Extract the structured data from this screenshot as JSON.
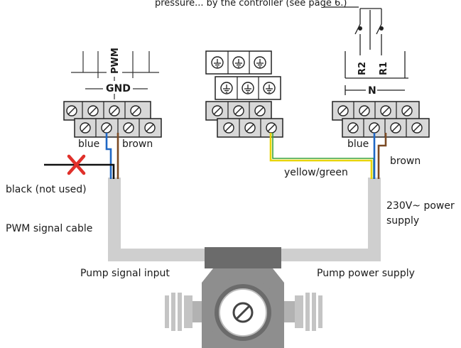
{
  "colors": {
    "background": "#ffffff",
    "cable_gray": "#cfcfcf",
    "terminal_fill": "#d8d8d8",
    "terminal_stroke": "#222222",
    "wire_blue": "#1f67c4",
    "wire_brown": "#7b4a23",
    "wire_yellow": "#e8d400",
    "wire_green": "#3aa33a",
    "wire_black": "#111111",
    "cross_red": "#e0302a",
    "pump_dark": "#6b6b6b",
    "pump_mid": "#8e8e8e",
    "pump_light": "#c4c4c4"
  },
  "header_text": "pressure... by the controller (see page 6.)",
  "left_block": {
    "pwm_label": "PWM",
    "gnd_label": "GND",
    "wire_blue_label": "blue",
    "wire_brown_label": "brown",
    "unused_wire_label": "black (not used)",
    "cable_label": "PWM signal cable",
    "port_label": "Pump signal input"
  },
  "middle_block": {
    "wire_label": "yellow/green"
  },
  "right_block": {
    "relay_r2_label": "R2",
    "relay_r1_label": "R1",
    "neutral_label": "N",
    "wire_blue_label": "blue",
    "wire_brown_label": "brown",
    "supply_label_line1": "230V~ power",
    "supply_label_line2": "supply",
    "port_label": "Pump power supply"
  },
  "icons": {
    "terminal_screw": "slotted-screw-icon",
    "ground_terminal": "ground-symbol-icon",
    "relay_switch": "relay-contact-icon",
    "removed_wire": "red-x-icon",
    "pump": "circulation-pump-icon"
  }
}
